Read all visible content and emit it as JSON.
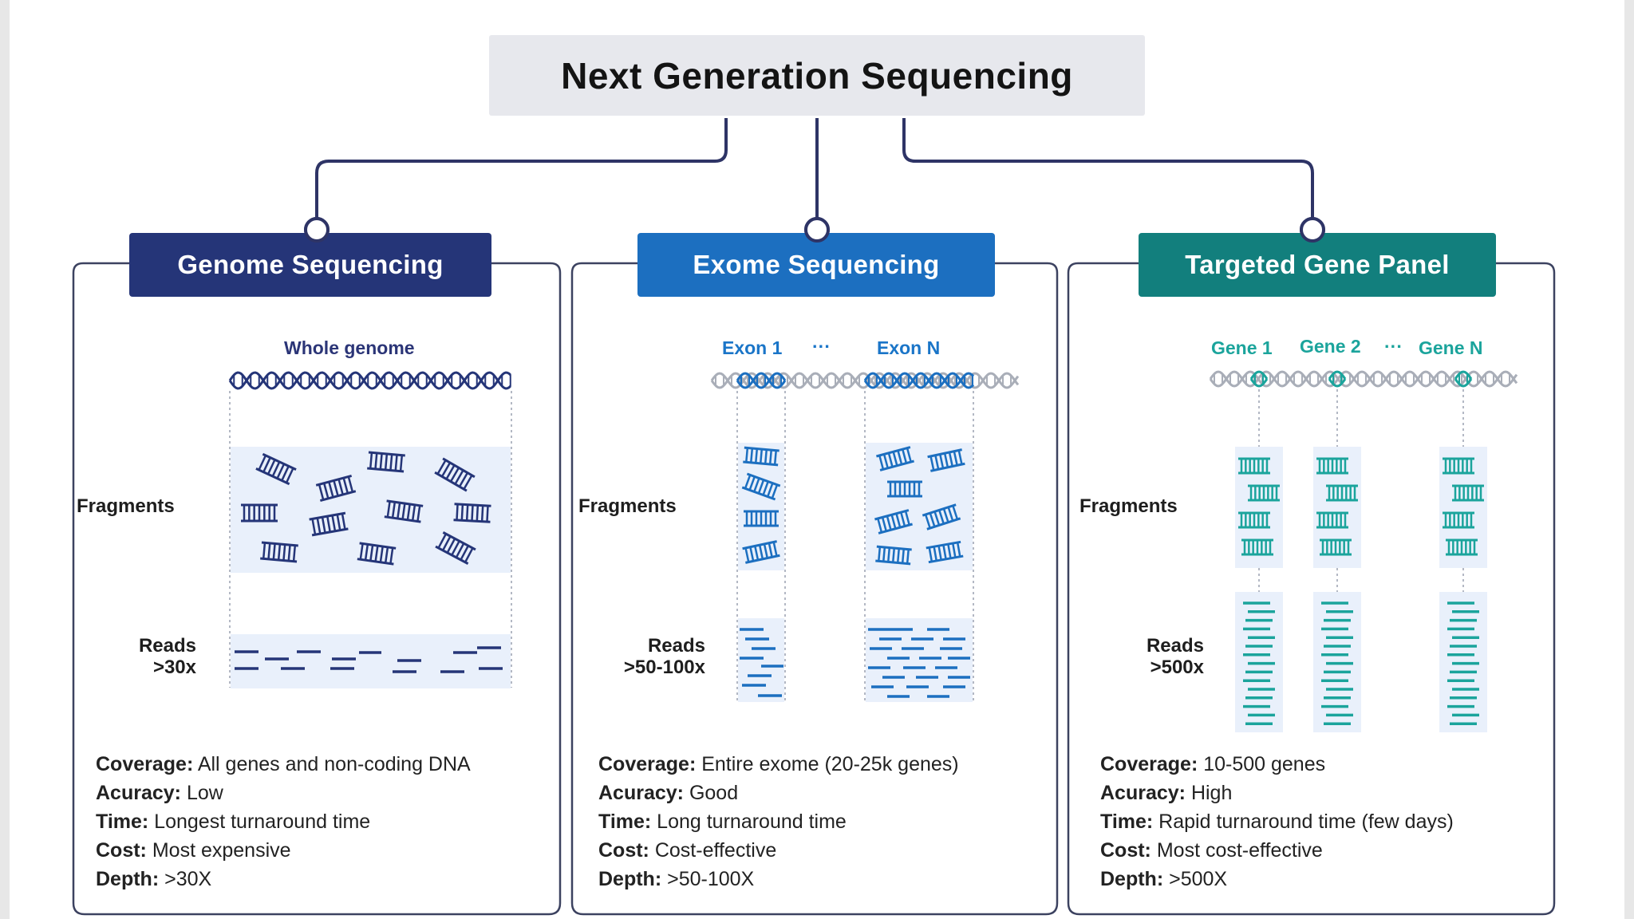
{
  "title": "Next Generation Sequencing",
  "colors": {
    "genome": "#253578",
    "exome": "#1c6fc0",
    "targeted": "#127f7d",
    "connector": "#2e3466",
    "frame": "#3c4260",
    "fragment_bg": "#e9f0fb"
  },
  "panels": [
    {
      "title": "Genome Sequencing",
      "segment_labels": [
        "Whole genome"
      ],
      "fragments_label": "Fragments",
      "reads_label": "Reads",
      "reads_depth": ">30x",
      "properties": [
        {
          "key": "Coverage:",
          "value": " All genes and non-coding DNA"
        },
        {
          "key": "Acuracy:",
          "value": " Low"
        },
        {
          "key": "Time:",
          "value": " Longest turnaround time"
        },
        {
          "key": "Cost:",
          "value": " Most expensive"
        },
        {
          "key": "Depth:",
          "value": " >30X"
        }
      ]
    },
    {
      "title": "Exome Sequencing",
      "segment_labels": [
        "Exon 1",
        "···",
        "Exon N"
      ],
      "fragments_label": "Fragments",
      "reads_label": "Reads",
      "reads_depth": ">50-100x",
      "properties": [
        {
          "key": "Coverage:",
          "value": " Entire exome (20-25k genes)"
        },
        {
          "key": "Acuracy:",
          "value": " Good"
        },
        {
          "key": "Time:",
          "value": " Long turnaround time"
        },
        {
          "key": "Cost:",
          "value": " Cost-effective"
        },
        {
          "key": "Depth:",
          "value": " >50-100X"
        }
      ]
    },
    {
      "title": "Targeted Gene Panel",
      "segment_labels": [
        "Gene 1",
        "Gene 2",
        "···",
        "Gene N"
      ],
      "fragments_label": "Fragments",
      "reads_label": "Reads",
      "reads_depth": ">500x",
      "properties": [
        {
          "key": "Coverage:",
          "value": " 10-500 genes"
        },
        {
          "key": "Acuracy:",
          "value": " High"
        },
        {
          "key": "Time:",
          "value": " Rapid turnaround time (few days)"
        },
        {
          "key": "Cost:",
          "value": " Most cost-effective"
        },
        {
          "key": "Depth:",
          "value": " >500X"
        }
      ]
    }
  ]
}
